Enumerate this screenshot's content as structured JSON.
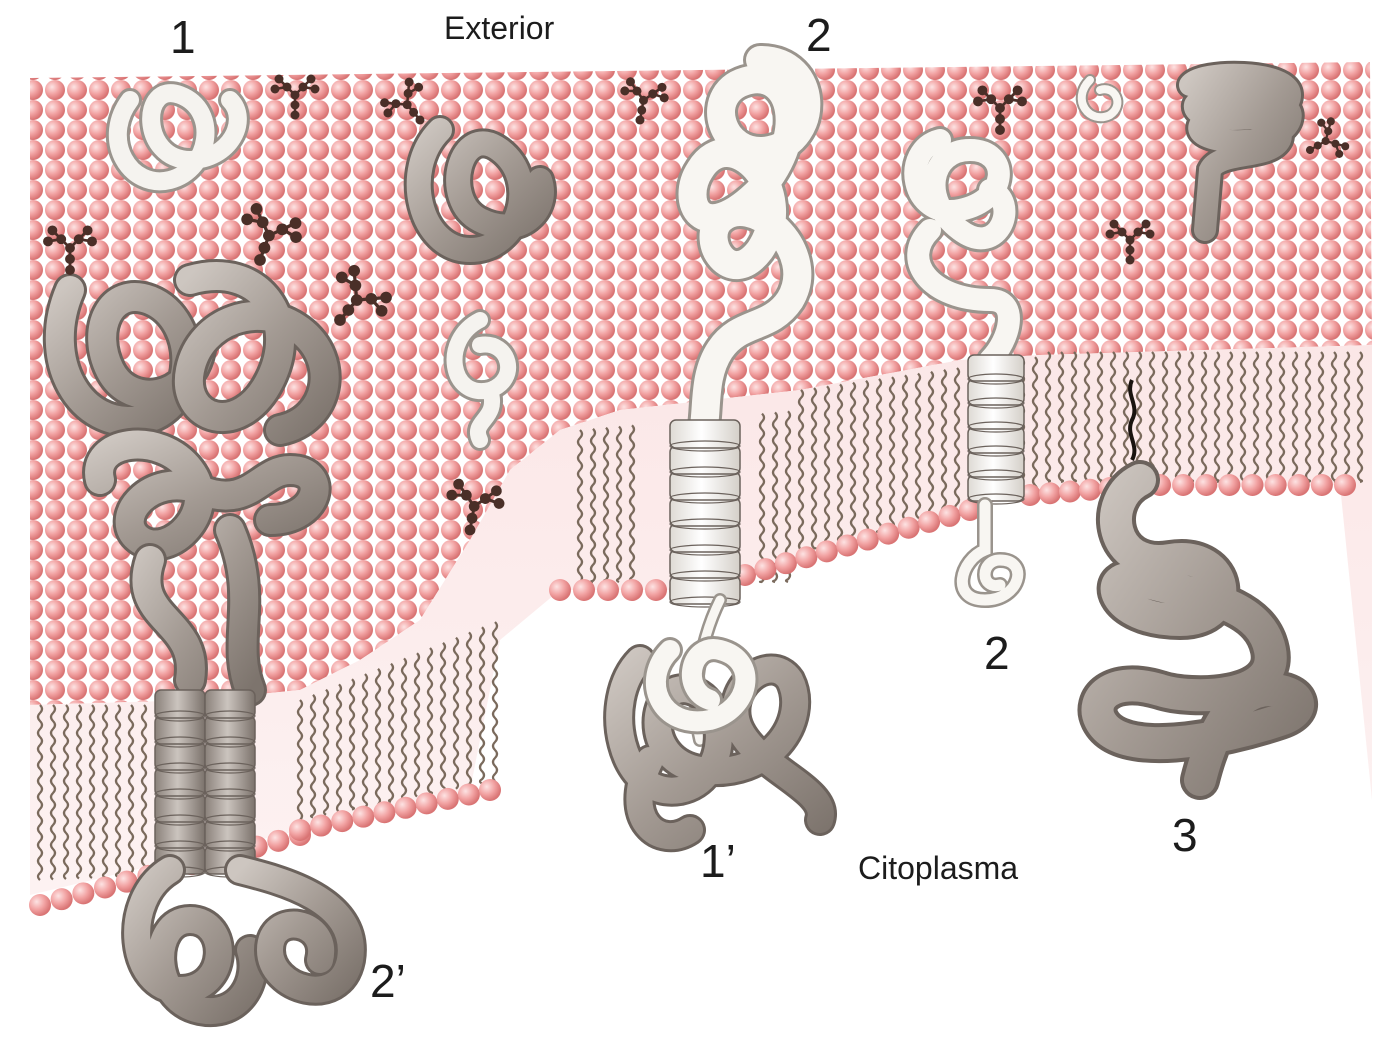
{
  "labels": {
    "exterior": "Exterior",
    "citoplasma": "Citoplasma",
    "n1": "1",
    "n2_top": "2",
    "n2_mid": "2",
    "n1_prime": "1’",
    "n2_prime": "2’",
    "n3": "3"
  },
  "colors": {
    "lipid_head": "#f2a3a3",
    "lipid_head_dark": "#d96c6c",
    "lipid_tail": "#7a6a5c",
    "protein_grey": "#a8a09a",
    "protein_light": "#f4f2ee",
    "glycan": "#4a2f28",
    "background": "#ffffff"
  },
  "icons": {
    "integral_protein": "coiled-ribbon",
    "glycoprotein_chain": "branched-sugar-chain",
    "lipid_anchor": "zigzag-anchor"
  }
}
